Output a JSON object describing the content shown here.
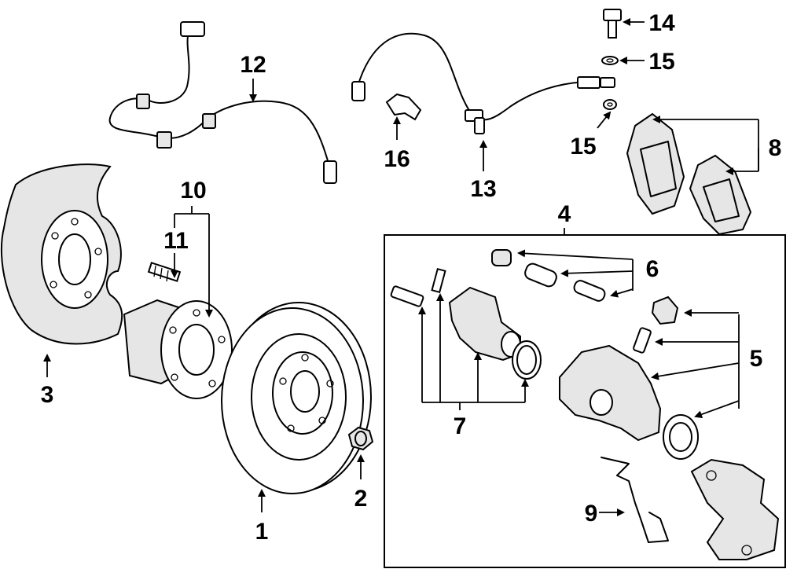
{
  "callouts": {
    "c1": "1",
    "c2": "2",
    "c3": "3",
    "c4": "4",
    "c5": "5",
    "c6": "6",
    "c7": "7",
    "c8": "8",
    "c9": "9",
    "c10": "10",
    "c11": "11",
    "c12": "12",
    "c13": "13",
    "c14": "14",
    "c15a": "15",
    "c15b": "15",
    "c16": "16"
  }
}
